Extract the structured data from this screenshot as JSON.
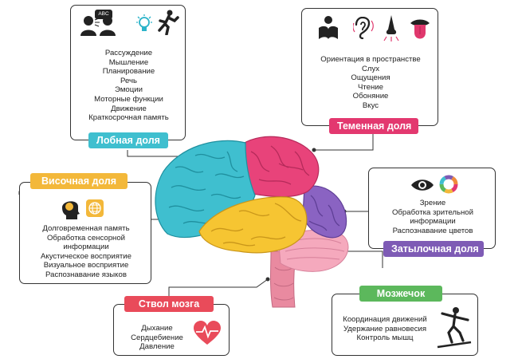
{
  "colors": {
    "frontal": "#3fbfcf",
    "parietal": "#e3386f",
    "temporal": "#f3b83a",
    "occipital": "#7e5bb5",
    "cerebellum": "#5cb85c",
    "brainstem": "#e94b5a"
  },
  "frontal": {
    "title": "Лобная доля",
    "items": [
      "Рассуждение",
      "Мышление",
      "Планирование",
      "Речь",
      "Эмоции",
      "Моторные функции",
      "Движение",
      "Краткосрочная память"
    ],
    "icons": [
      "speaking-heads-icon",
      "abc-speech-bubble-icon",
      "lightbulb-icon",
      "running-person-icon"
    ],
    "abc": "ABC"
  },
  "parietal": {
    "title": "Теменная доля",
    "items": [
      "Ориентация в пространстве",
      "Слух",
      "Ощущения",
      "Чтение",
      "Обоняние",
      "Вкус"
    ],
    "icons": [
      "reading-person-icon",
      "ear-icon",
      "nose-icon",
      "tongue-icon"
    ]
  },
  "temporal": {
    "title": "Височная доля",
    "items": [
      "Долговременная память",
      "Обработка сенсорной",
      "информации",
      "Акустическое восприятие",
      "Визуальное восприятие",
      "Распознавание языков"
    ],
    "icons": [
      "head-brain-icon",
      "globe-icon"
    ]
  },
  "occipital": {
    "title": "Затылочная доля",
    "items": [
      "Зрение",
      "Обработка зрительной",
      "информации",
      "Распознавание цветов"
    ],
    "icons": [
      "eye-icon",
      "color-wheel-icon"
    ]
  },
  "cerebellum": {
    "title": "Мозжечок",
    "items": [
      "Координация движений",
      "Удержание равновесия",
      "Контроль мышц"
    ],
    "icons": [
      "balancing-person-icon"
    ]
  },
  "brainstem": {
    "title": "Ствол мозга",
    "items": [
      "Дыхание",
      "Сердцебиение",
      "Давление"
    ],
    "icons": [
      "heart-pulse-icon"
    ]
  }
}
